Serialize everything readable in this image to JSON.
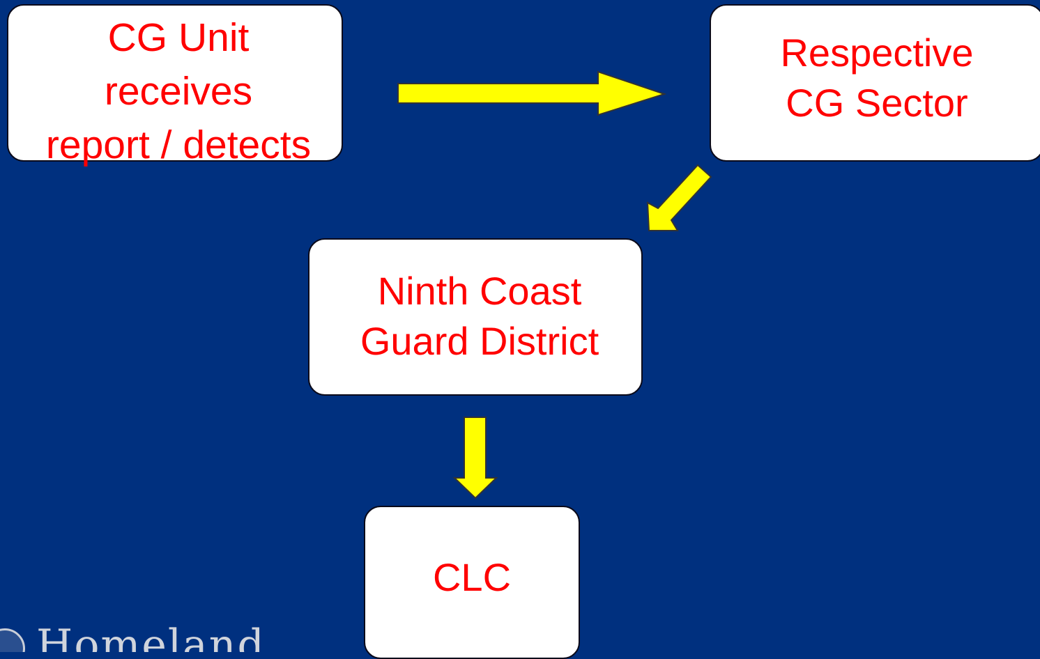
{
  "diagram": {
    "nodes": {
      "unit": "CG Unit\nreceives\nreport / detects",
      "sector": "Respective\nCG Sector",
      "district": "Ninth Coast\nGuard District",
      "clc": "CLC"
    },
    "edges": [
      {
        "from": "unit",
        "to": "sector"
      },
      {
        "from": "sector",
        "to": "district"
      },
      {
        "from": "district",
        "to": "clc"
      }
    ]
  },
  "logo": {
    "wordmark": "Homeland"
  },
  "colors": {
    "background": "#00307f",
    "box_fill": "#ffffff",
    "box_text": "#ff0000",
    "arrow": "#ffff00"
  }
}
